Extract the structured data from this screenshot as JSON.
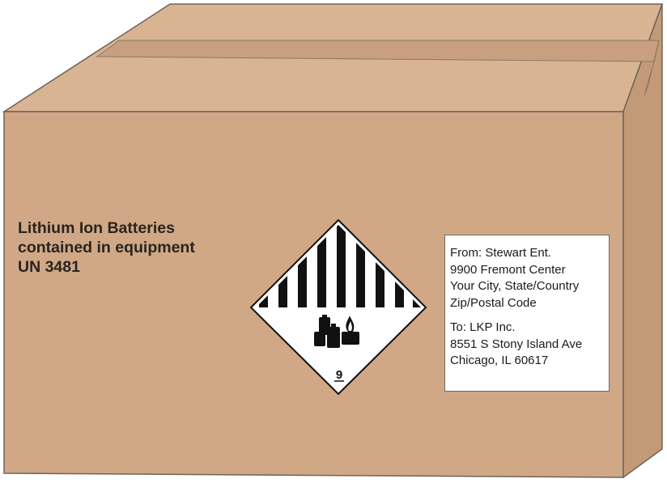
{
  "box_marking": {
    "line1": "Lithium Ion Batteries",
    "line2": "contained in equipment",
    "line3": "UN 3481"
  },
  "hazard_label": {
    "class_number": "9",
    "symbol": "battery-fire-icon"
  },
  "address_label": {
    "from_line1": "From:  Stewart Ent.",
    "from_line2": "9900 Fremont Center",
    "from_line3": "Your City, State/Country",
    "from_line4": "Zip/Postal Code",
    "to_line1": "To:  LKP Inc.",
    "to_line2": "8551 S Stony Island Ave",
    "to_line3": "Chicago, IL 60617"
  },
  "colors": {
    "cardboard_front": "#d0a886",
    "cardboard_top": "#d8b493",
    "cardboard_side": "#c39a78",
    "tape": "#c8a07f",
    "outline": "#6f635a",
    "label_black": "#111111",
    "label_white": "#ffffff"
  }
}
